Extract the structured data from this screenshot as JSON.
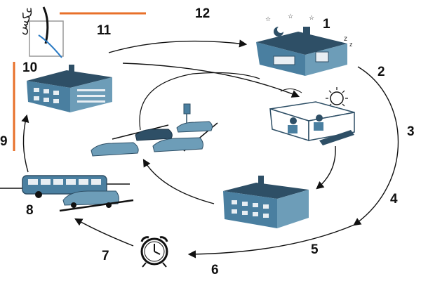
{
  "labels": {
    "n1": "1",
    "n2": "2",
    "n3": "3",
    "n4": "4",
    "n5": "5",
    "n6": "6",
    "n7": "7",
    "n8": "8",
    "n9": "9",
    "n10": "10",
    "n11": "11",
    "n12": "12"
  },
  "logo": {
    "text": "عکس"
  },
  "colors": {
    "accent": "#e8702a",
    "line": "#111111",
    "building": "#4a7fa0",
    "roof": "#2e4f66"
  },
  "icons": {
    "home": "house-night-icon",
    "day": "people-in-sun-icon",
    "work": "office-building-icon",
    "clock": "alarm-clock-icon",
    "bus": "bus-traffic-icon",
    "office2": "office-building-icon",
    "traffic": "car-traffic-icon",
    "logo": "pen-logo-icon"
  }
}
